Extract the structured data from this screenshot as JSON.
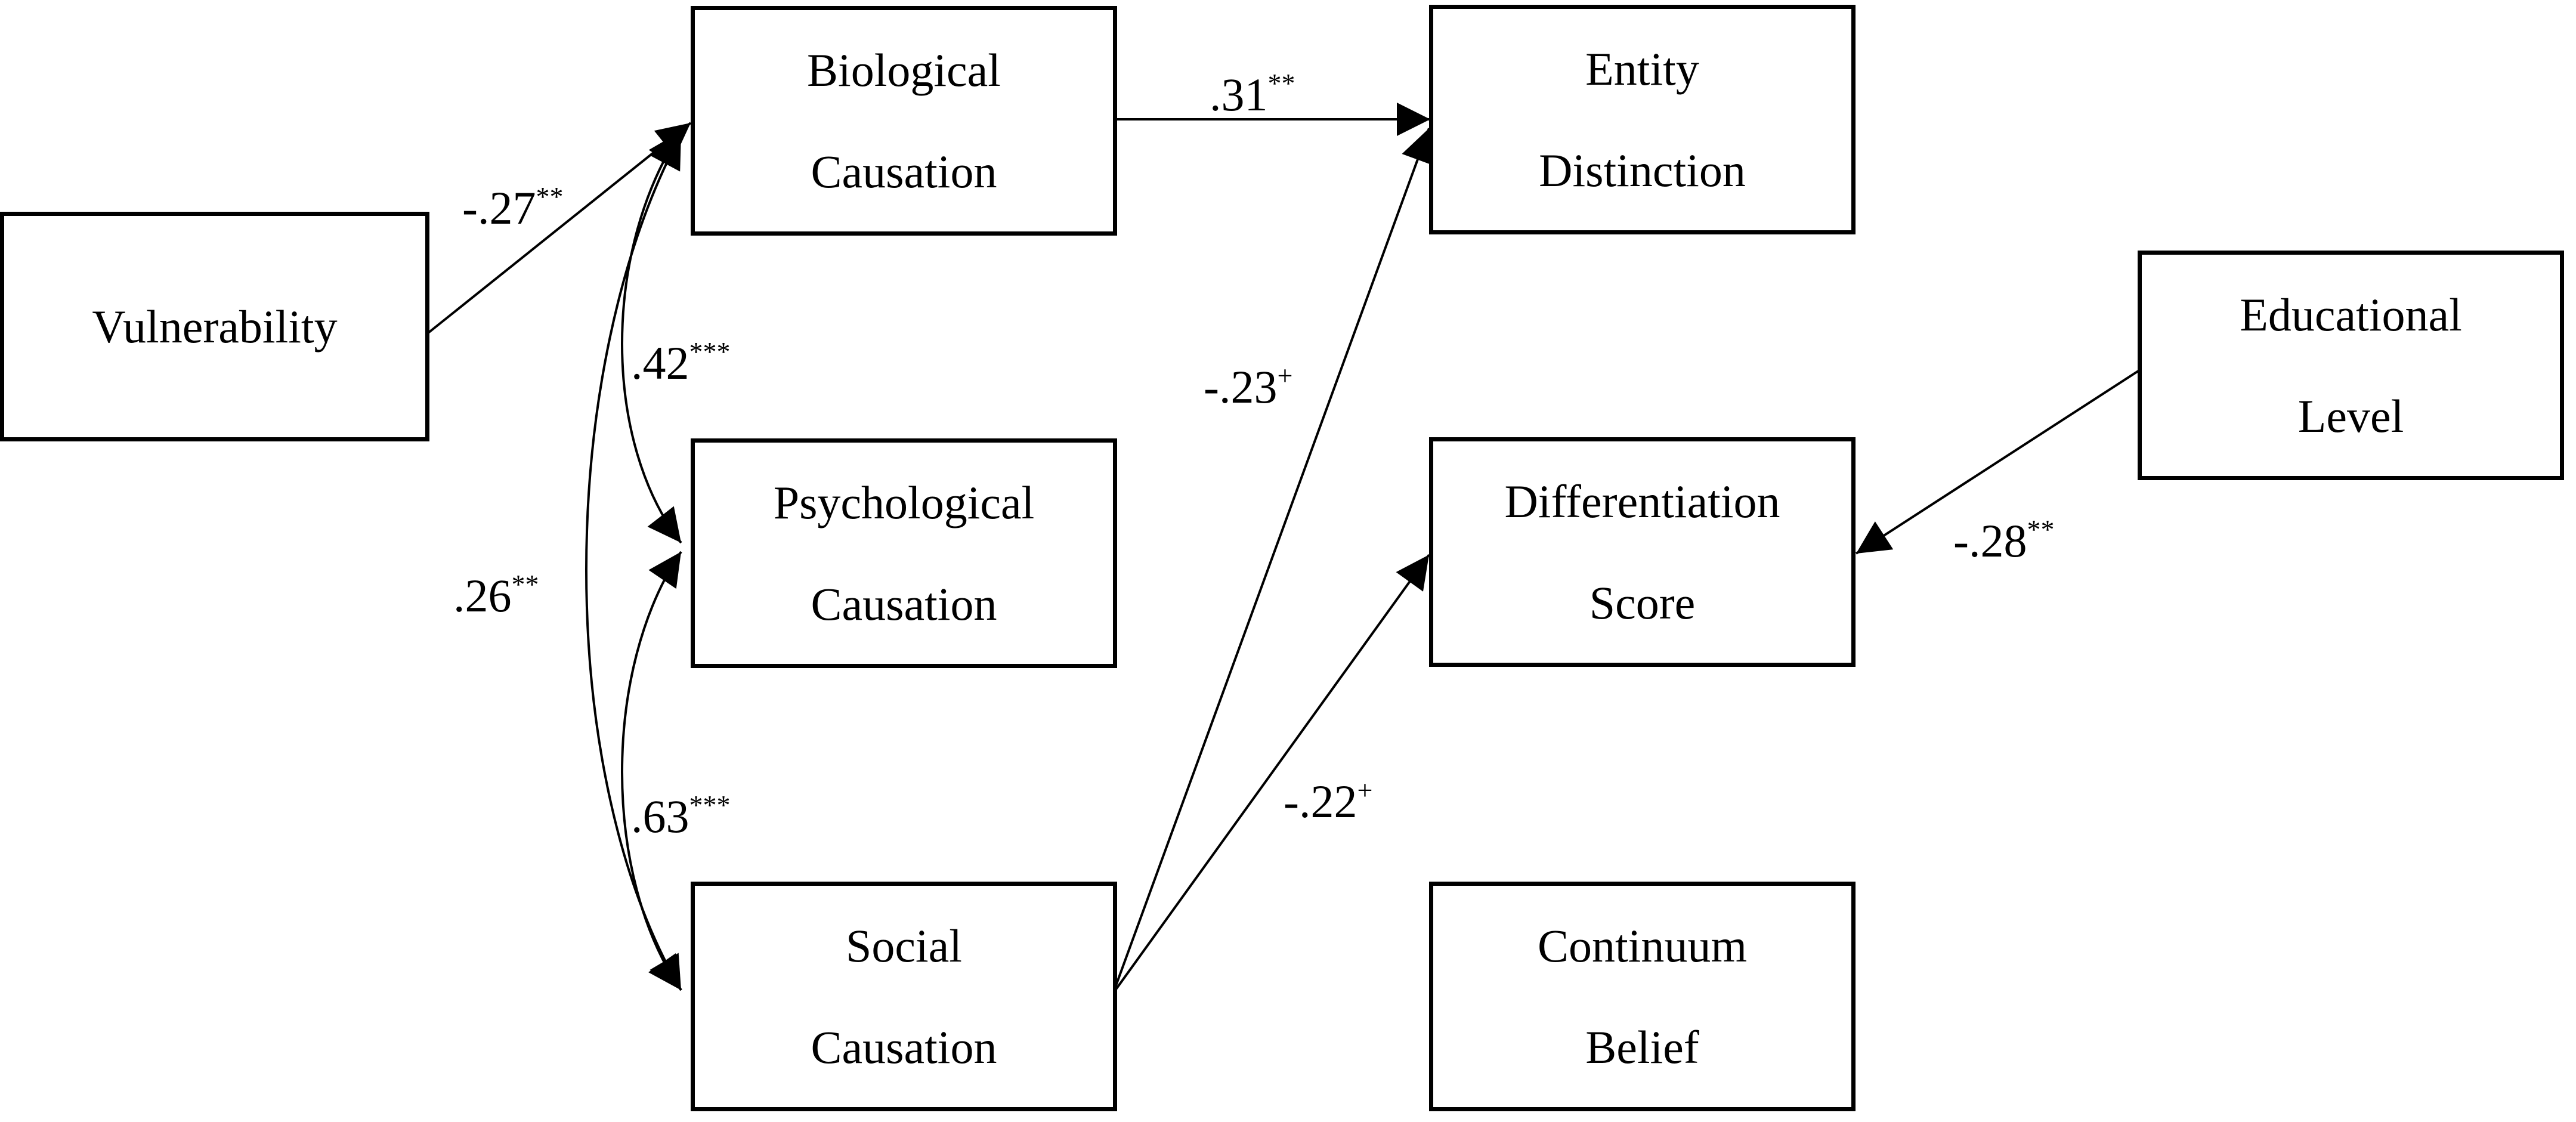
{
  "nodes": {
    "vulnerability": {
      "line1": "Vulnerability",
      "line2": ""
    },
    "biological_causation": {
      "line1": "Biological",
      "line2": "Causation"
    },
    "psychological_causation": {
      "line1": "Psychological",
      "line2": "Causation"
    },
    "social_causation": {
      "line1": "Social",
      "line2": "Causation"
    },
    "entity_distinction": {
      "line1": "Entity",
      "line2": "Distinction"
    },
    "differentiation_score": {
      "line1": "Differentiation",
      "line2": "Score"
    },
    "continuum_belief": {
      "line1": "Continuum",
      "line2": "Belief"
    },
    "educational_level": {
      "line1": "Educational",
      "line2": "Level"
    }
  },
  "coefficients": {
    "vuln_to_bio": {
      "value": "-.27",
      "sig": "**"
    },
    "bio_psych": {
      "value": ".42",
      "sig": "***"
    },
    "bio_social": {
      "value": ".26",
      "sig": "**"
    },
    "psych_social": {
      "value": ".63",
      "sig": "***"
    },
    "bio_to_entity": {
      "value": ".31",
      "sig": "**"
    },
    "social_to_entity": {
      "value": "-.23",
      "sig": "+"
    },
    "social_to_diff": {
      "value": "-.22",
      "sig": "+"
    },
    "edu_to_diff": {
      "value": "-.28",
      "sig": "**"
    }
  }
}
